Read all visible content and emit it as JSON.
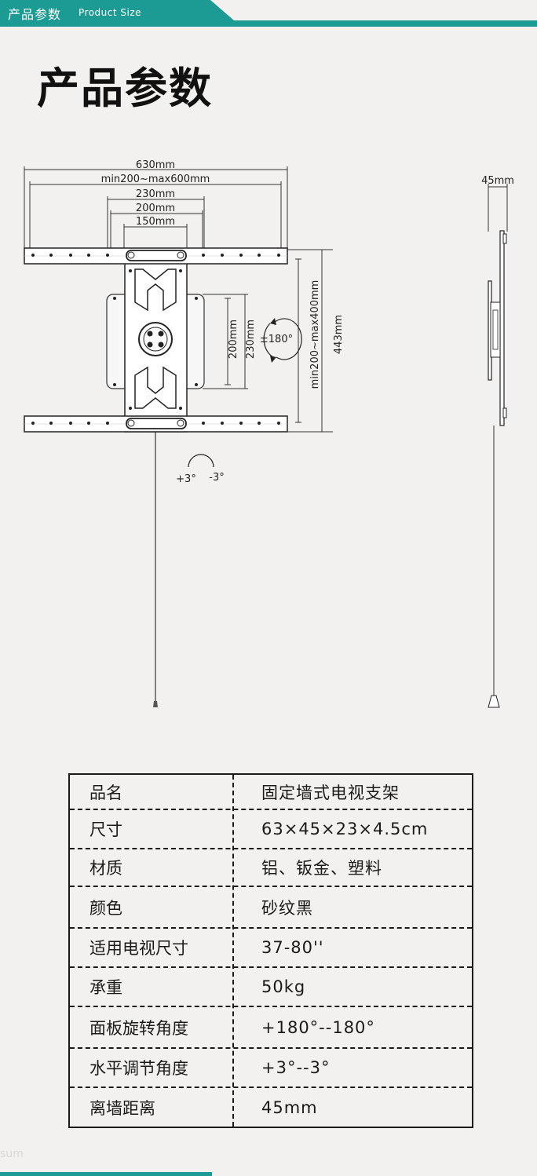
{
  "header": {
    "title": "产品参数",
    "subtitle": "Product Size",
    "accent_color": "#1b9b93"
  },
  "page_title": "产品参数",
  "drawing": {
    "front_view": {
      "dim_overall_width": "630mm",
      "dim_hole_range": "min200~max600mm",
      "dim_plate_230": "230mm",
      "dim_plate_200": "200mm",
      "dim_plate_150": "150mm",
      "dim_vertical_200": "200mm",
      "dim_vertical_230": "230mm",
      "rotation_label": "±180°",
      "dim_vertical_range": "min200~max400mm",
      "dim_height": "443mm",
      "tilt_plus": "+3°",
      "tilt_minus": "-3°"
    },
    "side_view": {
      "dim_depth": "45mm"
    }
  },
  "specs": [
    {
      "key": "品名",
      "value": "固定墙式电视支架"
    },
    {
      "key": "尺寸",
      "value": "63×45×23×4.5cm"
    },
    {
      "key": "材质",
      "value": "铝、钣金、塑料"
    },
    {
      "key": "颜色",
      "value": "砂纹黑"
    },
    {
      "key": "适用电视尺寸",
      "value": "37-80''"
    },
    {
      "key": "承重",
      "value": "50kg"
    },
    {
      "key": "面板旋转角度",
      "value": "+180°--180°"
    },
    {
      "key": "水平调节角度",
      "value": "+3°--3°"
    },
    {
      "key": "离墙距离",
      "value": "45mm"
    }
  ],
  "watermark": "sum"
}
